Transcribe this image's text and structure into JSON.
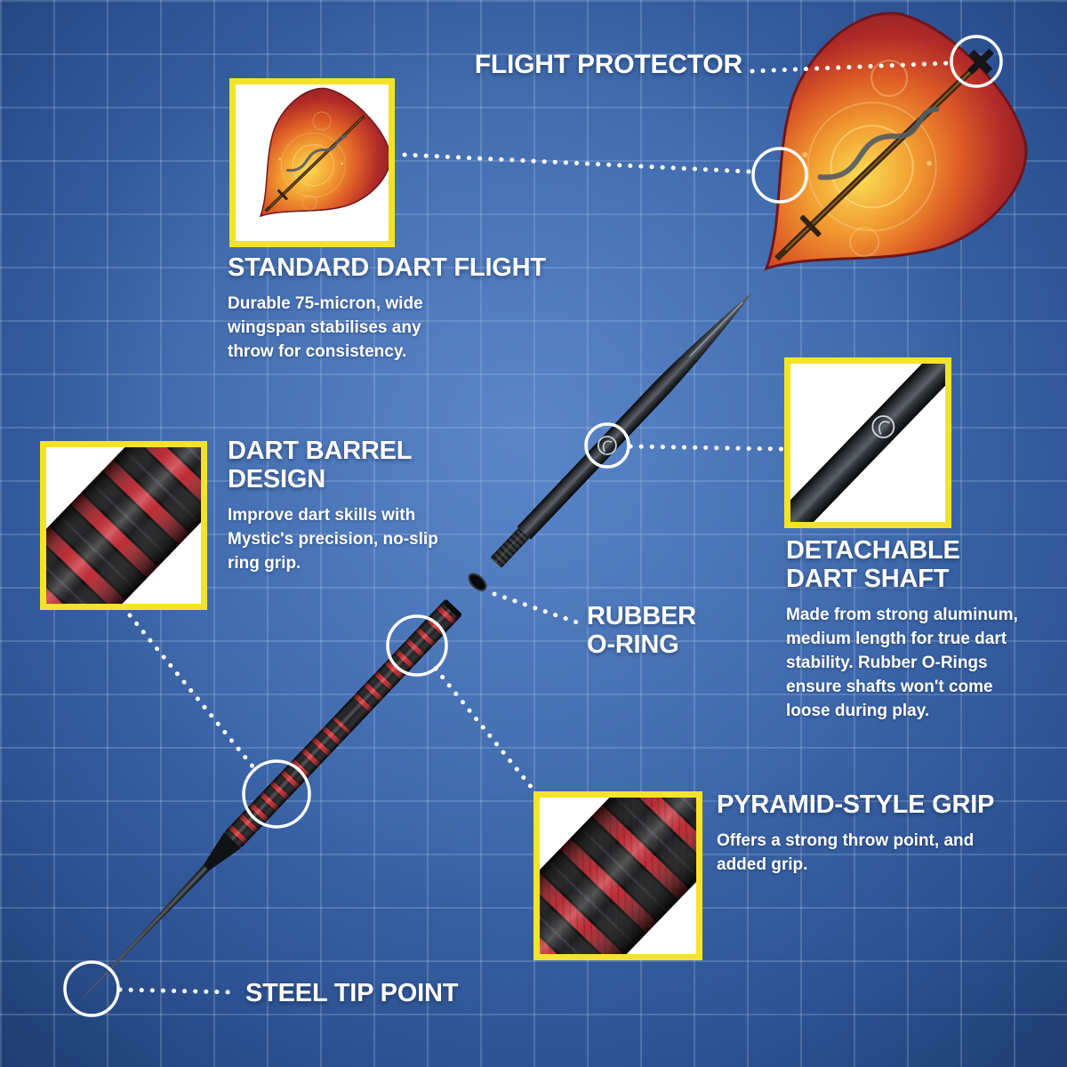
{
  "colors": {
    "background_blue": "#3a65a8",
    "grid_line": "#cddef8",
    "accent_yellow": "#f4e32a",
    "text_white": "#ffffff",
    "barrel_red": "#cf2128",
    "flight_orange": "#f29c31",
    "flight_dark_red": "#7d1b23"
  },
  "callouts": {
    "flight_protector": {
      "label": "FLIGHT PROTECTOR"
    },
    "standard_flight": {
      "title": "STANDARD DART FLIGHT",
      "body": "Durable 75-micron, wide wingspan stabilises any throw for consistency."
    },
    "barrel_design": {
      "title": "DART BARREL DESIGN",
      "body": "Improve dart skills with Mystic's precision, no-slip ring grip."
    },
    "rubber_oring": {
      "label": "RUBBER O-RING"
    },
    "shaft": {
      "title": "DETACHABLE DART SHAFT",
      "body": "Made from strong aluminum, medium length for true dart stability. Rubber O-Rings ensure shafts won't come loose during play."
    },
    "grip": {
      "title": "PYRAMID-STYLE GRIP",
      "body": "Offers a strong throw point, and added grip."
    },
    "steel_tip": {
      "label": "STEEL TIP POINT"
    }
  },
  "images": {
    "main_diagram": "exploded-steel-tip-dart",
    "flight_inset": "standard-flight-closeup",
    "barrel_inset": "ring-grip-barrel-closeup",
    "shaft_inset": "aluminum-shaft-closeup",
    "grip_inset": "pyramid-grip-closeup"
  }
}
